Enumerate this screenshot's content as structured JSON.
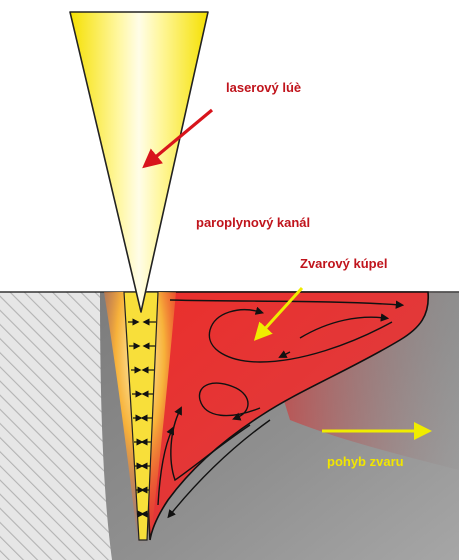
{
  "labels": {
    "laser_beam": "laserový lúè",
    "vapor_channel": "paroplynový kanál",
    "weld_pool": "Zvarový kúpel",
    "weld_motion": "pohyb zvaru"
  },
  "colors": {
    "beam_yellow": "#f5e000",
    "beam_core": "#fffde0",
    "melt_red": "#e8302e",
    "solid_gray": "#8a8a8a",
    "hatch": "#b0b0b0",
    "label_red": "#c0141c",
    "label_yellow": "#f2e600",
    "arrow_red": "#d8141c",
    "arrow_yellow": "#f0ec00"
  },
  "icons": {
    "beam_arrow": "arrow-icon",
    "pool_arrow": "arrow-icon",
    "motion_arrow": "arrow-right-icon"
  }
}
